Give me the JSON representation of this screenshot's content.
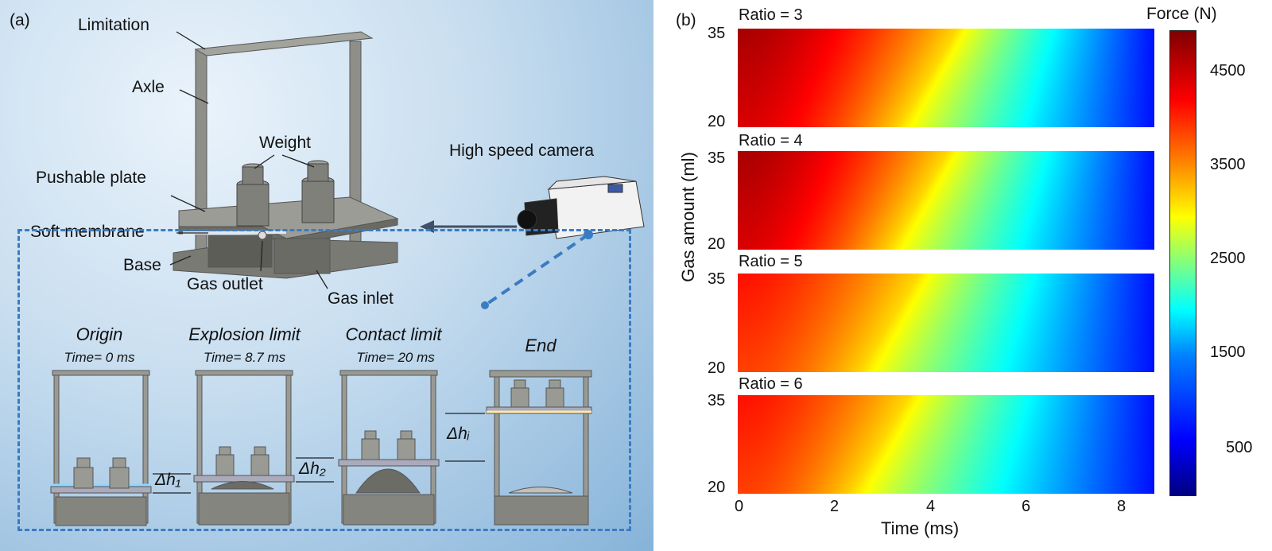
{
  "panel_a": {
    "label": "(a)",
    "parts": {
      "limitation": "Limitation",
      "axle": "Axle",
      "weight": "Weight",
      "pushable_plate": "Pushable plate",
      "soft_membrane": "Soft membrane",
      "base": "Base",
      "gas_outlet": "Gas outlet",
      "gas_inlet": "Gas inlet",
      "camera": "High speed camera"
    },
    "stages": [
      {
        "title": "Origin",
        "time": "Time= 0 ms"
      },
      {
        "title": "Explosion limit",
        "time": "Time= 8.7 ms",
        "delta": "Δh₁"
      },
      {
        "title": "Contact limit",
        "time": "Time= 20 ms",
        "delta": "Δh₂"
      },
      {
        "title": "End",
        "time": "",
        "delta": "Δhᵢ"
      }
    ]
  },
  "panel_b": {
    "label": "(b)",
    "ylabel": "Gas amount (ml)",
    "xlabel": "Time (ms)",
    "colorbar_label": "Force (N)",
    "colorbar_ticks": [
      "4500",
      "3500",
      "2500",
      "1500",
      "500"
    ],
    "x_ticks": [
      "0",
      "2",
      "4",
      "6",
      "8"
    ],
    "y_ticks_top": "35",
    "y_ticks_bottom": "20",
    "rows": [
      {
        "ratio": "Ratio = 3"
      },
      {
        "ratio": "Ratio = 4"
      },
      {
        "ratio": "Ratio = 5"
      },
      {
        "ratio": "Ratio = 6"
      }
    ]
  },
  "chart_data": {
    "type": "heatmap",
    "xlabel": "Time (ms)",
    "ylabel": "Gas amount (ml)",
    "colorbar_label": "Force (N)",
    "x_range": [
      0,
      8.7
    ],
    "y_range": [
      20,
      35
    ],
    "color_range": [
      0,
      5000
    ],
    "colormap": "jet",
    "panels": [
      {
        "name": "Ratio = 3",
        "force_at_t0": 4800,
        "force_at_tmax": 700,
        "yellow_boundary_ms": 4.6
      },
      {
        "name": "Ratio = 4",
        "force_at_t0": 4800,
        "force_at_tmax": 700,
        "yellow_boundary_ms": 4.4
      },
      {
        "name": "Ratio = 5",
        "force_at_t0": 4300,
        "force_at_tmax": 700,
        "yellow_boundary_ms": 3.8
      },
      {
        "name": "Ratio = 6",
        "force_at_t0": 4300,
        "force_at_tmax": 700,
        "yellow_boundary_ms": 3.6
      }
    ]
  }
}
